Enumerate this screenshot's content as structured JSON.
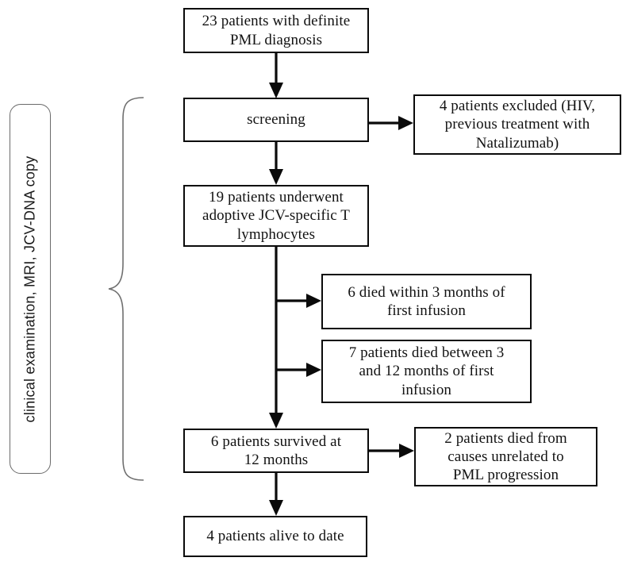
{
  "diagram": {
    "type": "flowchart",
    "title": "PML adoptive JCV-specific T lymphocyte treatment flow",
    "accent_color": "#0a0a0a",
    "brace_color": "#6f6f6f",
    "background": "#ffffff",
    "side_panel": {
      "label": "clinical examination, MRI, JCV-DNA copy",
      "orientation": "vertical-bottom-to-top"
    },
    "nodes": [
      {
        "id": "n1",
        "label": "23 patients with definite\nPML diagnosis",
        "count": 23
      },
      {
        "id": "n2",
        "label": "screening",
        "count": null
      },
      {
        "id": "n3",
        "label": "4 patients excluded (HIV,\nprevious treatment with\nNatalizumab)",
        "count": 4
      },
      {
        "id": "n4",
        "label": "19 patients underwent\nadoptive JCV-specific T\nlymphocytes",
        "count": 19
      },
      {
        "id": "n5",
        "label": "6 died within 3 months of\nfirst infusion",
        "count": 6
      },
      {
        "id": "n6",
        "label": "7 patients died between 3\nand 12 months of first\ninfusion",
        "count": 7
      },
      {
        "id": "n7",
        "label": "6 patients survived at\n12 months",
        "count": 6
      },
      {
        "id": "n8",
        "label": "2 patients died from\ncauses unrelated to\nPML progression",
        "count": 2
      },
      {
        "id": "n9",
        "label": "4 patients alive to date",
        "count": 4
      }
    ]
  }
}
